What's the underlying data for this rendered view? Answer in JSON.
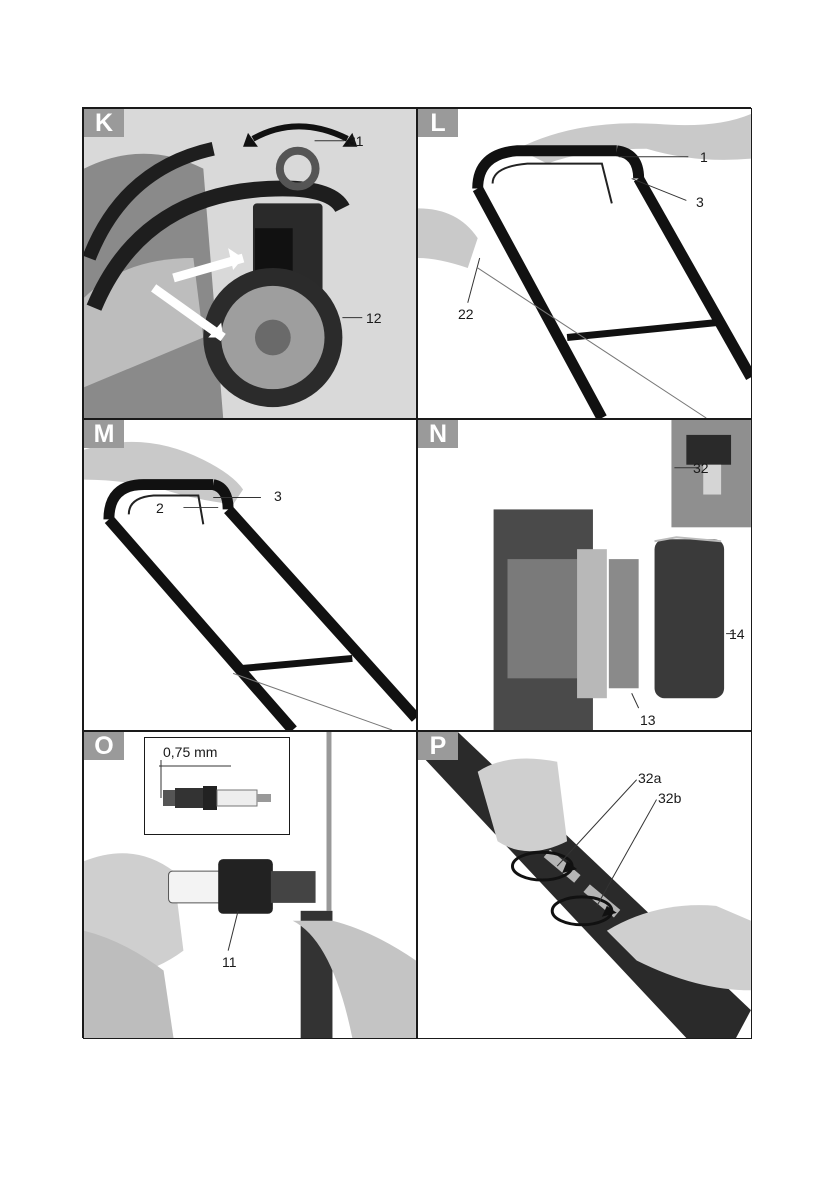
{
  "panels": [
    {
      "letter": "K",
      "callouts": [
        "31",
        "12"
      ]
    },
    {
      "letter": "L",
      "callouts": [
        "1",
        "3",
        "22"
      ]
    },
    {
      "letter": "M",
      "callouts": [
        "2",
        "3"
      ]
    },
    {
      "letter": "N",
      "callouts": [
        "32",
        "14",
        "13"
      ]
    },
    {
      "letter": "O",
      "callouts": [
        "0,75 mm",
        "11"
      ]
    },
    {
      "letter": "P",
      "callouts": [
        "32a",
        "32b"
      ]
    }
  ],
  "colors": {
    "badge": "#9a9a9a",
    "frame": "#1a1a1a"
  }
}
